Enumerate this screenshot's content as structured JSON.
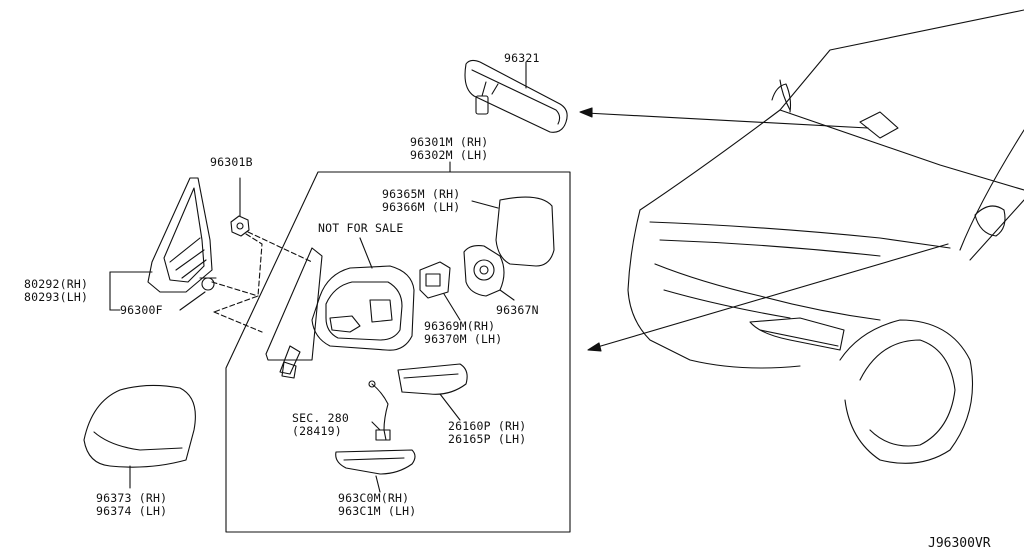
{
  "labels": {
    "p96321": "96321",
    "p96301m": "96301M (RH)",
    "p96302m": "96302M (LH)",
    "p96301b": "96301B",
    "p96365m": "96365M (RH)",
    "p96366m": "96366M (LH)",
    "not_for_sale": "NOT FOR SALE",
    "p80292": "80292(RH)",
    "p80293": "80293(LH)",
    "p96300f": "96300F",
    "p96367n": "96367N",
    "p96369m": "96369M(RH)",
    "p96370m": "96370M (LH)",
    "sec280": "SEC. 280",
    "sec28419": "(28419)",
    "p26160p": "26160P (RH)",
    "p26165p": "26165P (LH)",
    "p96373": "96373 (RH)",
    "p96374": "96374 (LH)",
    "p963c0m": "963C0M(RH)",
    "p963c1m": "963C1M (LH)",
    "ref_code": "J96300VR"
  }
}
